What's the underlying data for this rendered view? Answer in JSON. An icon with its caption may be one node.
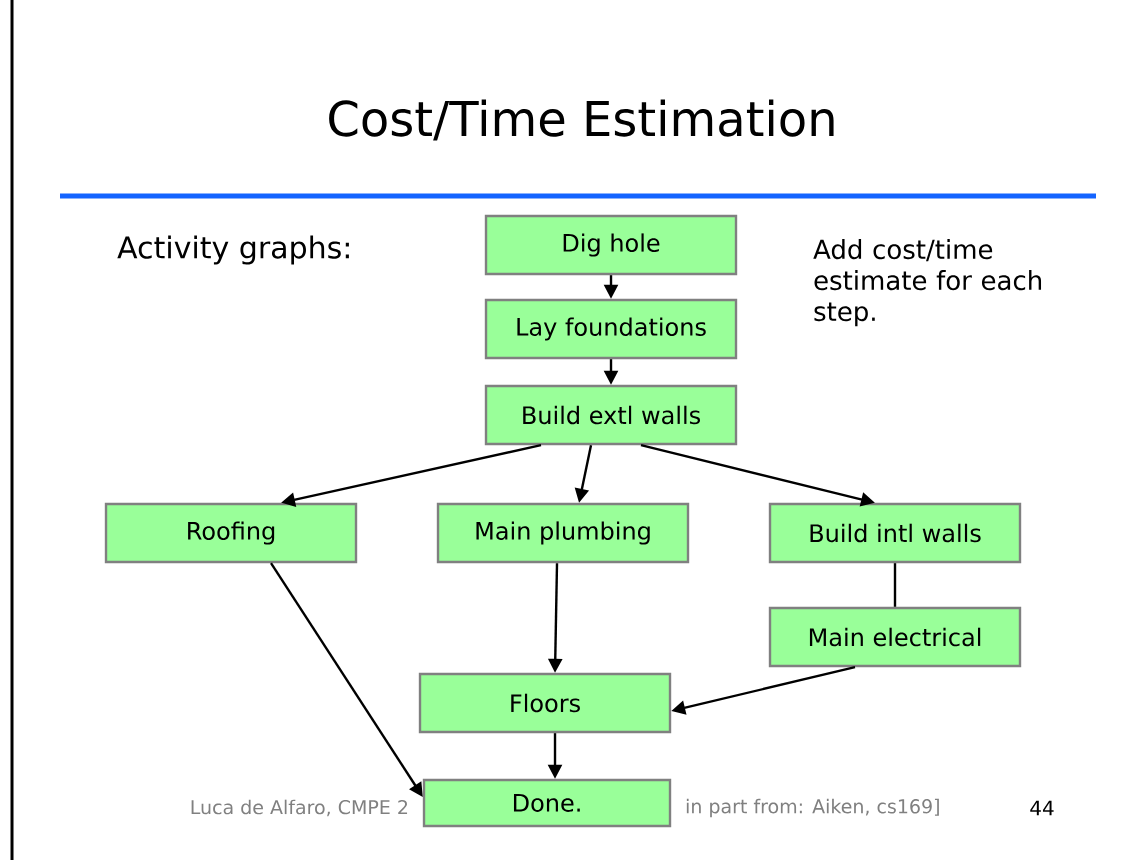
{
  "diagram": {
    "title": "Cost/Time Estimation",
    "nodes": [
      {
        "text": [
          "Dig hole"
        ]
      },
      {
        "text": [
          "Lay foundations"
        ]
      },
      {
        "text": [
          "Build extl walls"
        ]
      },
      {
        "text": [
          "Roofing"
        ]
      },
      {
        "text": [
          "Main plumbing"
        ]
      },
      {
        "text": [
          "Build intl walls"
        ]
      },
      {
        "text": [
          "Main electrical"
        ]
      },
      {
        "text": [
          "Floors"
        ]
      },
      {
        "text": [
          "Done."
        ]
      }
    ],
    "edges": [
      {
        "from": 0,
        "to": 1,
        "arrow": "to"
      },
      {
        "from": 1,
        "to": 2,
        "arrow": "to"
      },
      {
        "from": 2,
        "to": 3,
        "arrow": "to"
      },
      {
        "from": 2,
        "to": 4,
        "arrow": "to"
      },
      {
        "from": 2,
        "to": 5,
        "arrow": "to"
      },
      {
        "from": 5,
        "to": 6,
        "arrow": "none"
      },
      {
        "from": 6,
        "to": 7,
        "arrow": "to"
      },
      {
        "from": 4,
        "to": 7,
        "arrow": "to"
      },
      {
        "from": 7,
        "to": 8,
        "arrow": "to"
      },
      {
        "from": 3,
        "to": 8,
        "arrow": "to"
      }
    ],
    "labels": [
      "Activity graphs:",
      "Add cost/time estimate for each step.",
      "Luca de Alfaro, CMPE 2",
      "in part from: Aiken, cs169]",
      "44"
    ]
  }
}
